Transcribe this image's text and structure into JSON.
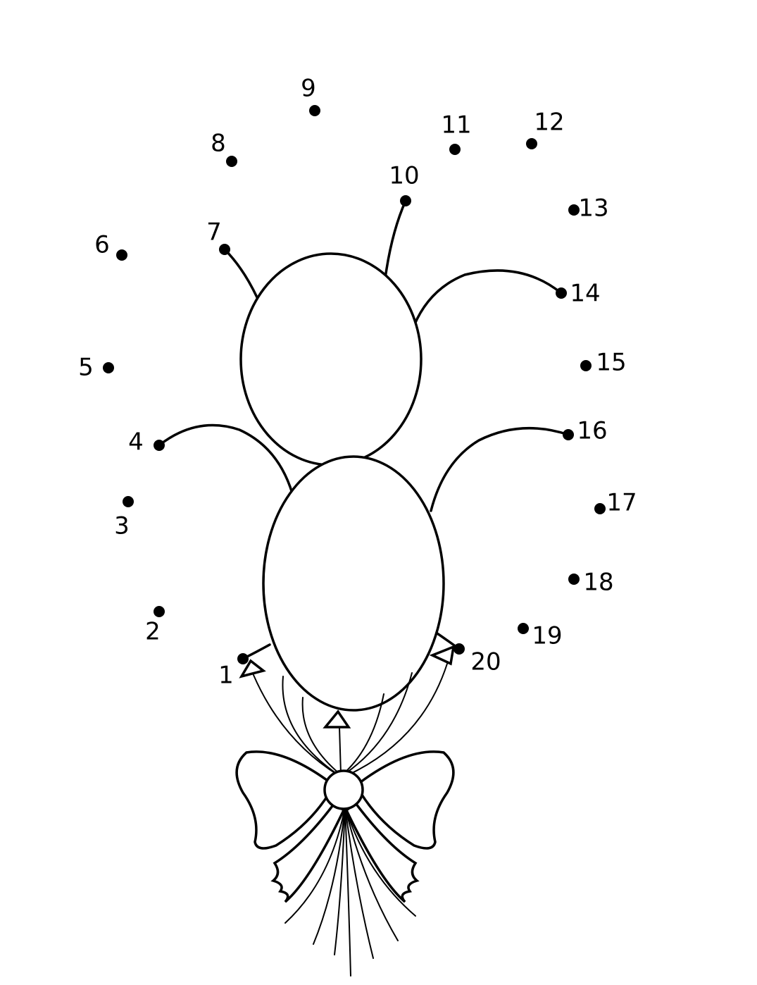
{
  "worksheet": {
    "type": "connect-the-dots",
    "subject": "balloons",
    "line_color": "#000000",
    "background": "#ffffff",
    "dots": [
      {
        "label": "1"
      },
      {
        "label": "2"
      },
      {
        "label": "3"
      },
      {
        "label": "4"
      },
      {
        "label": "5"
      },
      {
        "label": "6"
      },
      {
        "label": "7"
      },
      {
        "label": "8"
      },
      {
        "label": "9"
      },
      {
        "label": "10"
      },
      {
        "label": "11"
      },
      {
        "label": "12"
      },
      {
        "label": "13"
      },
      {
        "label": "14"
      },
      {
        "label": "15"
      },
      {
        "label": "16"
      },
      {
        "label": "17"
      },
      {
        "label": "18"
      },
      {
        "label": "19"
      },
      {
        "label": "20"
      }
    ]
  }
}
